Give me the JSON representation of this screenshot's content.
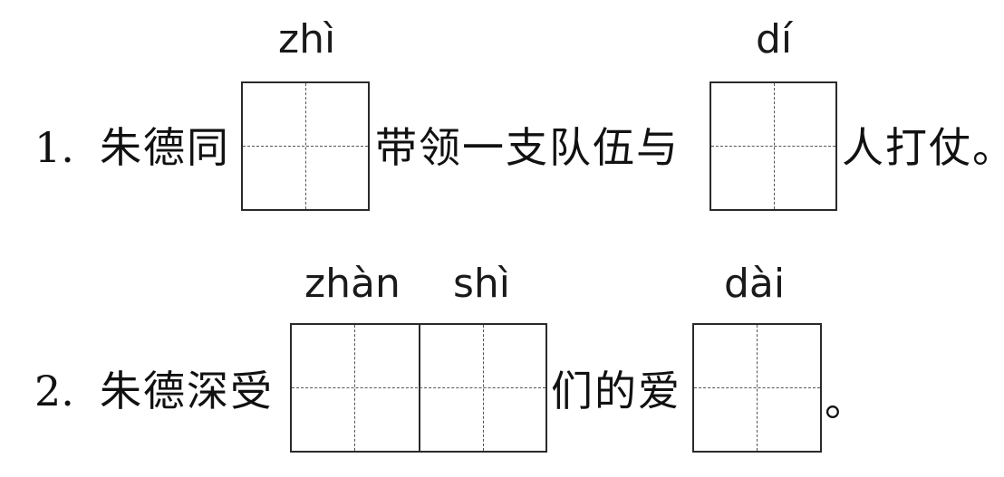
{
  "question1": {
    "number": "1.",
    "text_a": "朱德同",
    "pinyin_1": "zhì",
    "text_b": "带领一支队伍与",
    "pinyin_2": "dí",
    "text_c": "人打仗。"
  },
  "question2": {
    "number": "2.",
    "text_a": "朱德深受",
    "pinyin_1a": "zhàn",
    "pinyin_1b": "shì",
    "text_b": "们的爱",
    "pinyin_2": "dài",
    "text_c": "。"
  }
}
